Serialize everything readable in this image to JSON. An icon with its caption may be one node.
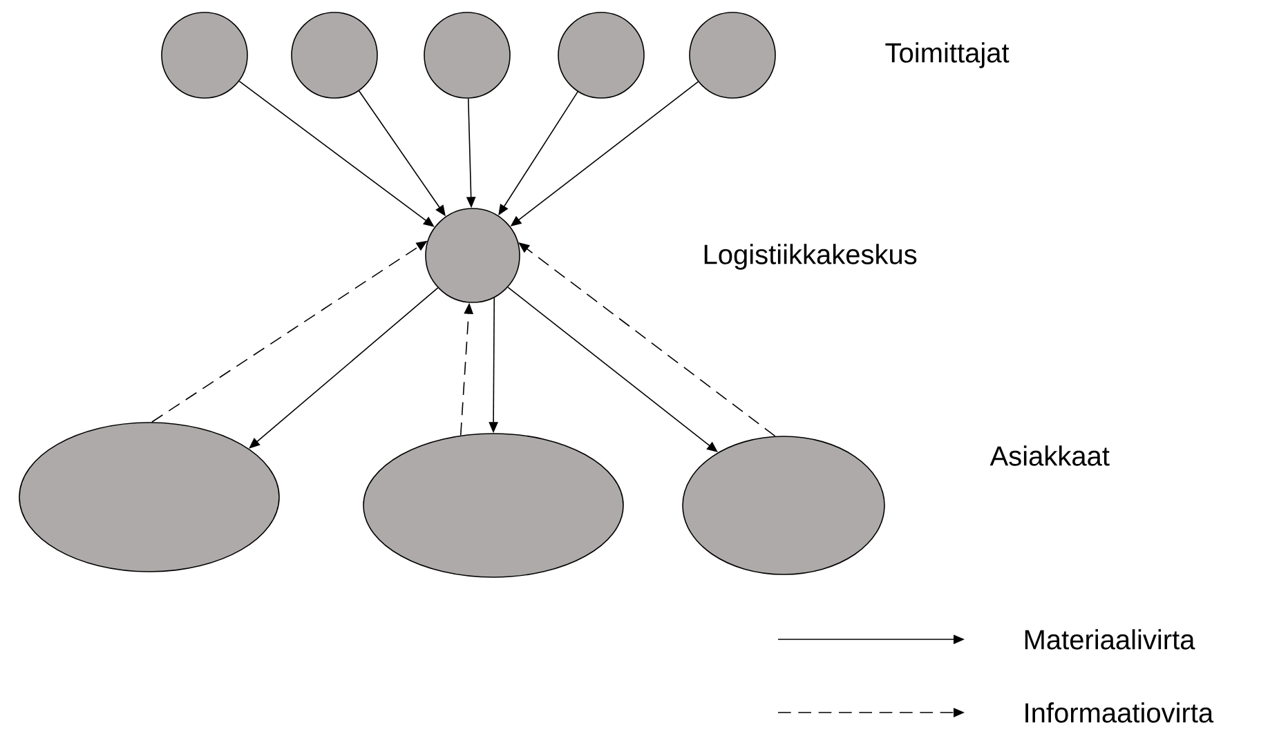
{
  "diagram": {
    "nodes": [
      {
        "text": [],
        "shape": "circle"
      },
      {
        "text": [],
        "shape": "circle"
      },
      {
        "text": [],
        "shape": "circle"
      },
      {
        "text": [],
        "shape": "circle"
      },
      {
        "text": [],
        "shape": "circle"
      },
      {
        "text": [],
        "shape": "circle"
      },
      {
        "text": [],
        "shape": "ellipse"
      },
      {
        "text": [],
        "shape": "ellipse"
      },
      {
        "text": [],
        "shape": "ellipse"
      }
    ],
    "edges": [
      {
        "from": 0,
        "to": 5,
        "arrow": "to"
      },
      {
        "from": 1,
        "to": 5,
        "arrow": "to"
      },
      {
        "from": 2,
        "to": 5,
        "arrow": "to"
      },
      {
        "from": 3,
        "to": 5,
        "arrow": "to"
      },
      {
        "from": 4,
        "to": 5,
        "arrow": "to"
      },
      {
        "from": 6,
        "to": 5,
        "arrow": "to",
        "style": "dashed"
      },
      {
        "from": 5,
        "to": 6,
        "arrow": "to"
      },
      {
        "from": 7,
        "to": 5,
        "arrow": "to",
        "style": "dashed"
      },
      {
        "from": 5,
        "to": 7,
        "arrow": "to"
      },
      {
        "from": 5,
        "to": 8,
        "arrow": "to"
      },
      {
        "from": 8,
        "to": 5,
        "arrow": "to",
        "style": "dashed"
      }
    ],
    "labels": [
      "Toimittajat",
      "Logistiikkakeskus",
      "Asiakkaat"
    ],
    "legend": [
      {
        "text": "Materiaalivirta"
      },
      {
        "text": "Informaatiovirta"
      }
    ]
  }
}
